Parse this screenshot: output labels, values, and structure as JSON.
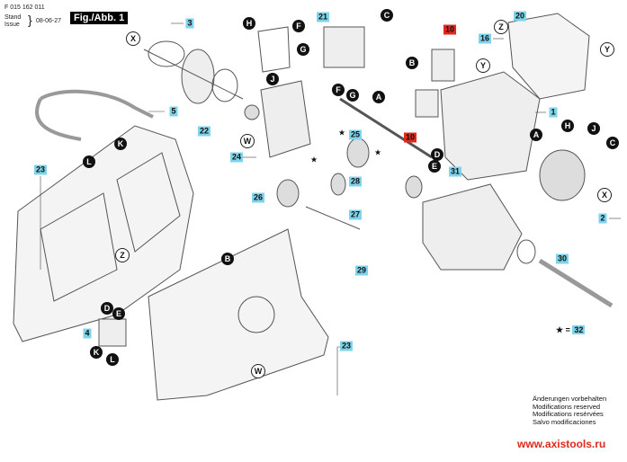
{
  "header": {
    "doc_number": "F 015 162 011",
    "stand_label": "Stand",
    "issue_label": "Issue",
    "date": "08-06-27",
    "figure_label": "Fig./Abb. 1"
  },
  "part_numbers": [
    "3",
    "21",
    "16",
    "20",
    "5",
    "1",
    "22",
    "25",
    "24",
    "28",
    "31",
    "23",
    "26",
    "27",
    "2",
    "30",
    "29",
    "4",
    "23"
  ],
  "red_part_numbers": [
    "10",
    "10"
  ],
  "connector_letters_black": [
    "H",
    "F",
    "G",
    "J",
    "C",
    "B",
    "F",
    "G",
    "A",
    "D",
    "E",
    "K",
    "L",
    "B",
    "A",
    "H",
    "J",
    "C",
    "D",
    "E",
    "K",
    "L"
  ],
  "reference_letters_white": [
    "X",
    "Z",
    "Y",
    "Y",
    "W",
    "Z",
    "X",
    "W"
  ],
  "star_legend": {
    "symbol": "★",
    "equals": "=",
    "part": "32"
  },
  "notes": [
    "Änderungen vorbehalten",
    "Modifications reserved",
    "Modifications resérvées",
    "Salvo modificaciones"
  ],
  "website": "www.axistools.ru",
  "colors": {
    "part_label_bg": "#7fd3ea",
    "highlight_bg": "#e0281c",
    "website": "#e0281c"
  }
}
